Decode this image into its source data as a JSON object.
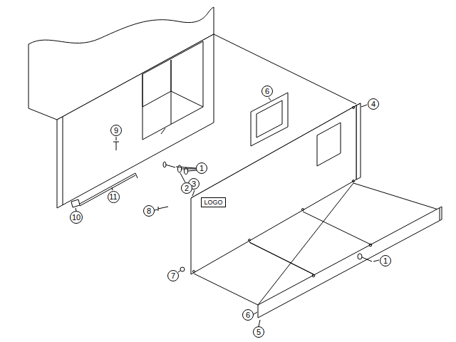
{
  "diagram": {
    "nodes": [
      {
        "text": [
          "6"
        ]
      },
      {
        "text": [
          "4"
        ]
      },
      {
        "text": [
          "9"
        ]
      },
      {
        "text": [
          "1"
        ]
      },
      {
        "text": [
          "3"
        ]
      },
      {
        "text": [
          "2"
        ]
      },
      {
        "text": [
          "LOGO"
        ]
      },
      {
        "text": [
          "11"
        ]
      },
      {
        "text": [
          "8"
        ]
      },
      {
        "text": [
          "10"
        ]
      },
      {
        "text": [
          "1"
        ]
      },
      {
        "text": [
          "7"
        ]
      },
      {
        "text": [
          "6"
        ]
      },
      {
        "text": [
          "5"
        ]
      }
    ]
  }
}
